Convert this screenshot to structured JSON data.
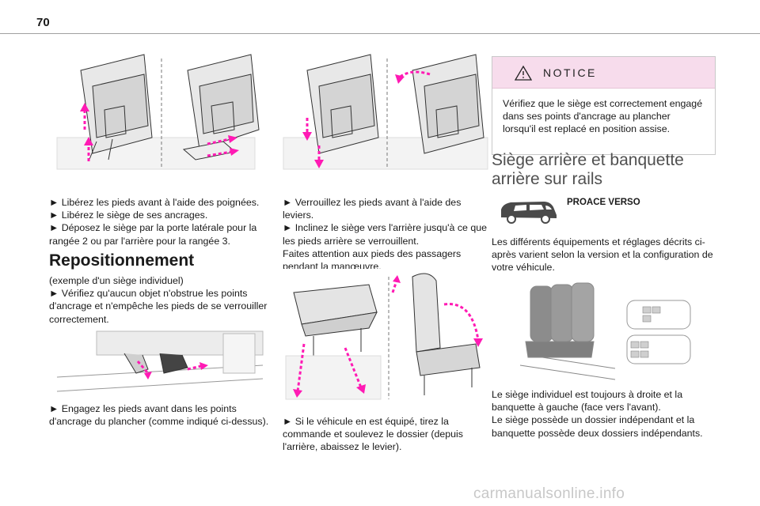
{
  "page": {
    "number": "70"
  },
  "col1": {
    "instructions": "► Libérez les pieds avant à l'aide des poignées.\n► Libérez le siège de ses ancrages.\n► Déposez le siège par la porte latérale pour la rangée 2 ou par l'arrière pour la rangée 3.",
    "heading": "Repositionnement",
    "intro": "(exemple d'un siège individuel)\n► Vérifiez qu'aucun objet n'obstrue les points d'ancrage et n'empêche les pieds de se verrouiller correctement.",
    "step": "► Engagez les pieds avant dans les points d'ancrage du plancher (comme indiqué ci-dessus)."
  },
  "col2": {
    "instructions": "► Verrouillez les pieds avant à l'aide des leviers.\n► Inclinez le siège vers l'arrière jusqu'à ce que les pieds arrière se verrouillent.\nFaites attention aux pieds des passagers pendant la manœuvre.",
    "step": "► Si le véhicule en est équipé, tirez la commande et soulevez le dossier (depuis l'arrière, abaissez le levier)."
  },
  "notice": {
    "title": "NOTICE",
    "text": "Vérifiez que le siège est correctement engagé dans ses points d'ancrage au plancher lorsqu'il est replacé en position assise."
  },
  "col3": {
    "section_title": "Siège arrière et banquette arrière sur rails",
    "model": "PROACE VERSO",
    "intro": "Les différents équipements et réglages décrits ci-après varient selon la version et la configuration de votre véhicule.",
    "description": "Le siège individuel est toujours à droite et la banquette à gauche (face vers l'avant).\nLe siège possède un dossier indépendant et la banquette possède deux dossiers indépendants."
  },
  "watermark": "carmanualsonline.info",
  "colors": {
    "accent_magenta": "#ff1ab4",
    "notice_bg": "#f7dcec",
    "title_grey": "#505050"
  },
  "icons": [
    "warning-triangle-icon",
    "van-icon"
  ]
}
